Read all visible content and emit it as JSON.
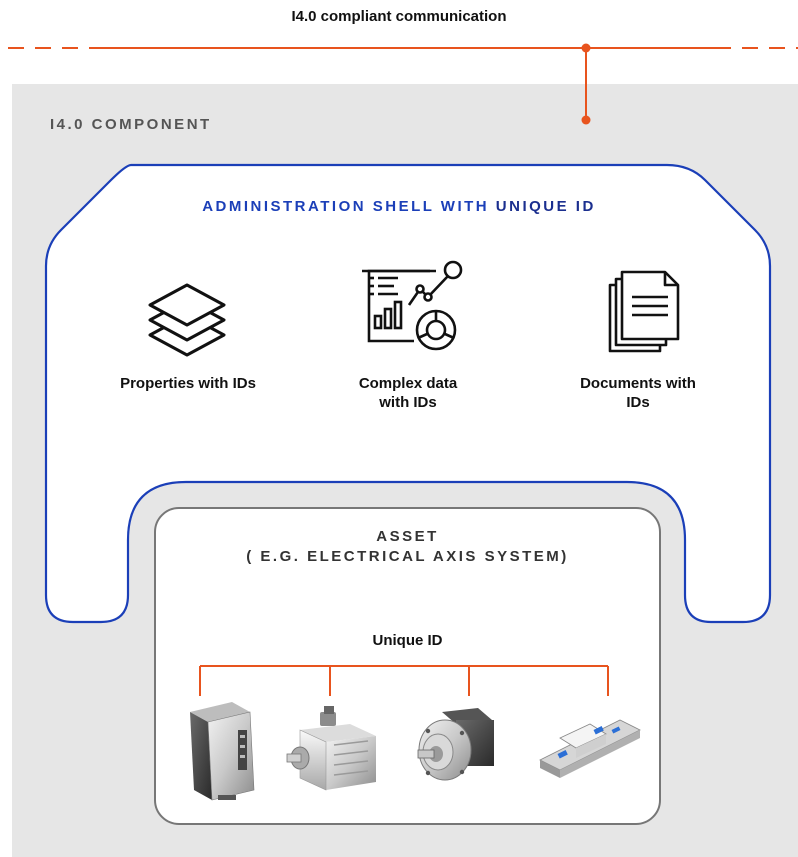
{
  "communication": {
    "title": "I4.0 compliant communication",
    "line_color": "#e8541e"
  },
  "component": {
    "label": "I4.0 COMPONENT",
    "background": "#e6e6e6"
  },
  "shell": {
    "title_prefix": "ADMINISTRATION SHELL WITH ",
    "title_emphasis": "UNIQUE ID",
    "border_color": "#1b3fb8",
    "items": [
      {
        "icon": "layers-icon",
        "caption": "Properties with IDs"
      },
      {
        "icon": "data-dashboard-icon",
        "caption_line1": "Complex data",
        "caption_line2": "with IDs"
      },
      {
        "icon": "documents-icon",
        "caption_line1": "Documents with",
        "caption_line2": "IDs"
      }
    ]
  },
  "asset": {
    "title_line1": "ASSET",
    "title_line2": "( E.G. ELECTRICAL AXIS SYSTEM)",
    "unique_id_label": "Unique ID",
    "border_color": "#777777",
    "devices": [
      {
        "icon": "servo-drive-controller-icon"
      },
      {
        "icon": "servo-motor-icon"
      },
      {
        "icon": "gearbox-icon"
      },
      {
        "icon": "linear-axis-icon"
      }
    ]
  }
}
